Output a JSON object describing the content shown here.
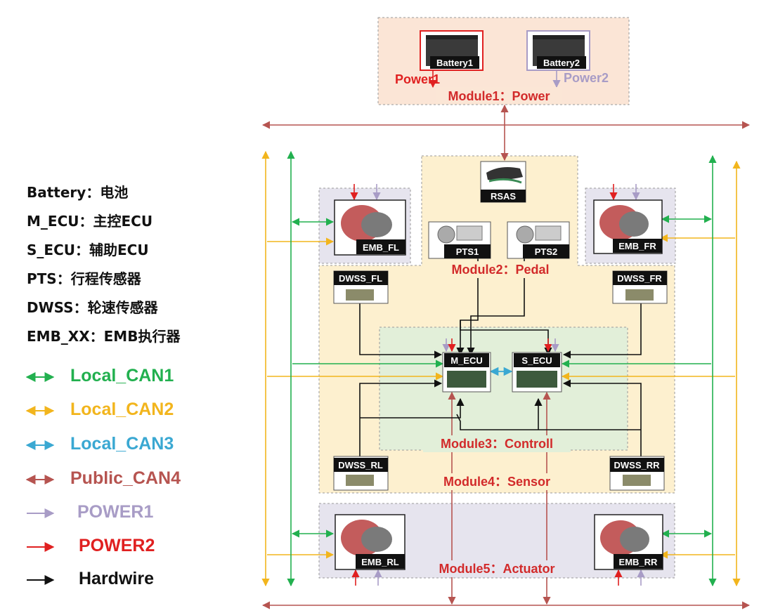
{
  "legend_abbrev": [
    {
      "text": "Battery：电池"
    },
    {
      "text": "M_ECU：主控ECU"
    },
    {
      "text": "S_ECU：辅助ECU"
    },
    {
      "text": "PTS：行程传感器"
    },
    {
      "text": "DWSS：轮速传感器"
    },
    {
      "text": "EMB_XX：EMB执行器"
    }
  ],
  "legend_lines": [
    {
      "label": "Local_CAN1",
      "color": "#22b04f"
    },
    {
      "label": "Local_CAN2",
      "color": "#f2b51d"
    },
    {
      "label": "Local_CAN3",
      "color": "#3aa8d2"
    },
    {
      "label": "Public_CAN4",
      "color": "#b65450"
    },
    {
      "label": "POWER1",
      "color": "#a89cc6"
    },
    {
      "label": "POWER2",
      "color": "#e02020"
    },
    {
      "label": "Hardwire",
      "color": "#111111"
    }
  ],
  "modules": {
    "power": "Module1：Power",
    "pedal": "Module2：Pedal",
    "controll": "Module3：Controll",
    "sensor": "Module4：Sensor",
    "actuator": "Module5：Actuator"
  },
  "power_labels": {
    "power1": "Power1",
    "power2": "Power2"
  },
  "components": {
    "battery1": "Battery1",
    "battery2": "Battery2",
    "rsas": "RSAS",
    "pts1": "PTS1",
    "pts2": "PTS2",
    "emb_fl": "EMB_FL",
    "emb_fr": "EMB_FR",
    "emb_rl": "EMB_RL",
    "emb_rr": "EMB_RR",
    "dwss_fl": "DWSS_FL",
    "dwss_fr": "DWSS_FR",
    "dwss_rl": "DWSS_RL",
    "dwss_rr": "DWSS_RR",
    "m_ecu": "M_ECU",
    "s_ecu": "S_ECU"
  }
}
